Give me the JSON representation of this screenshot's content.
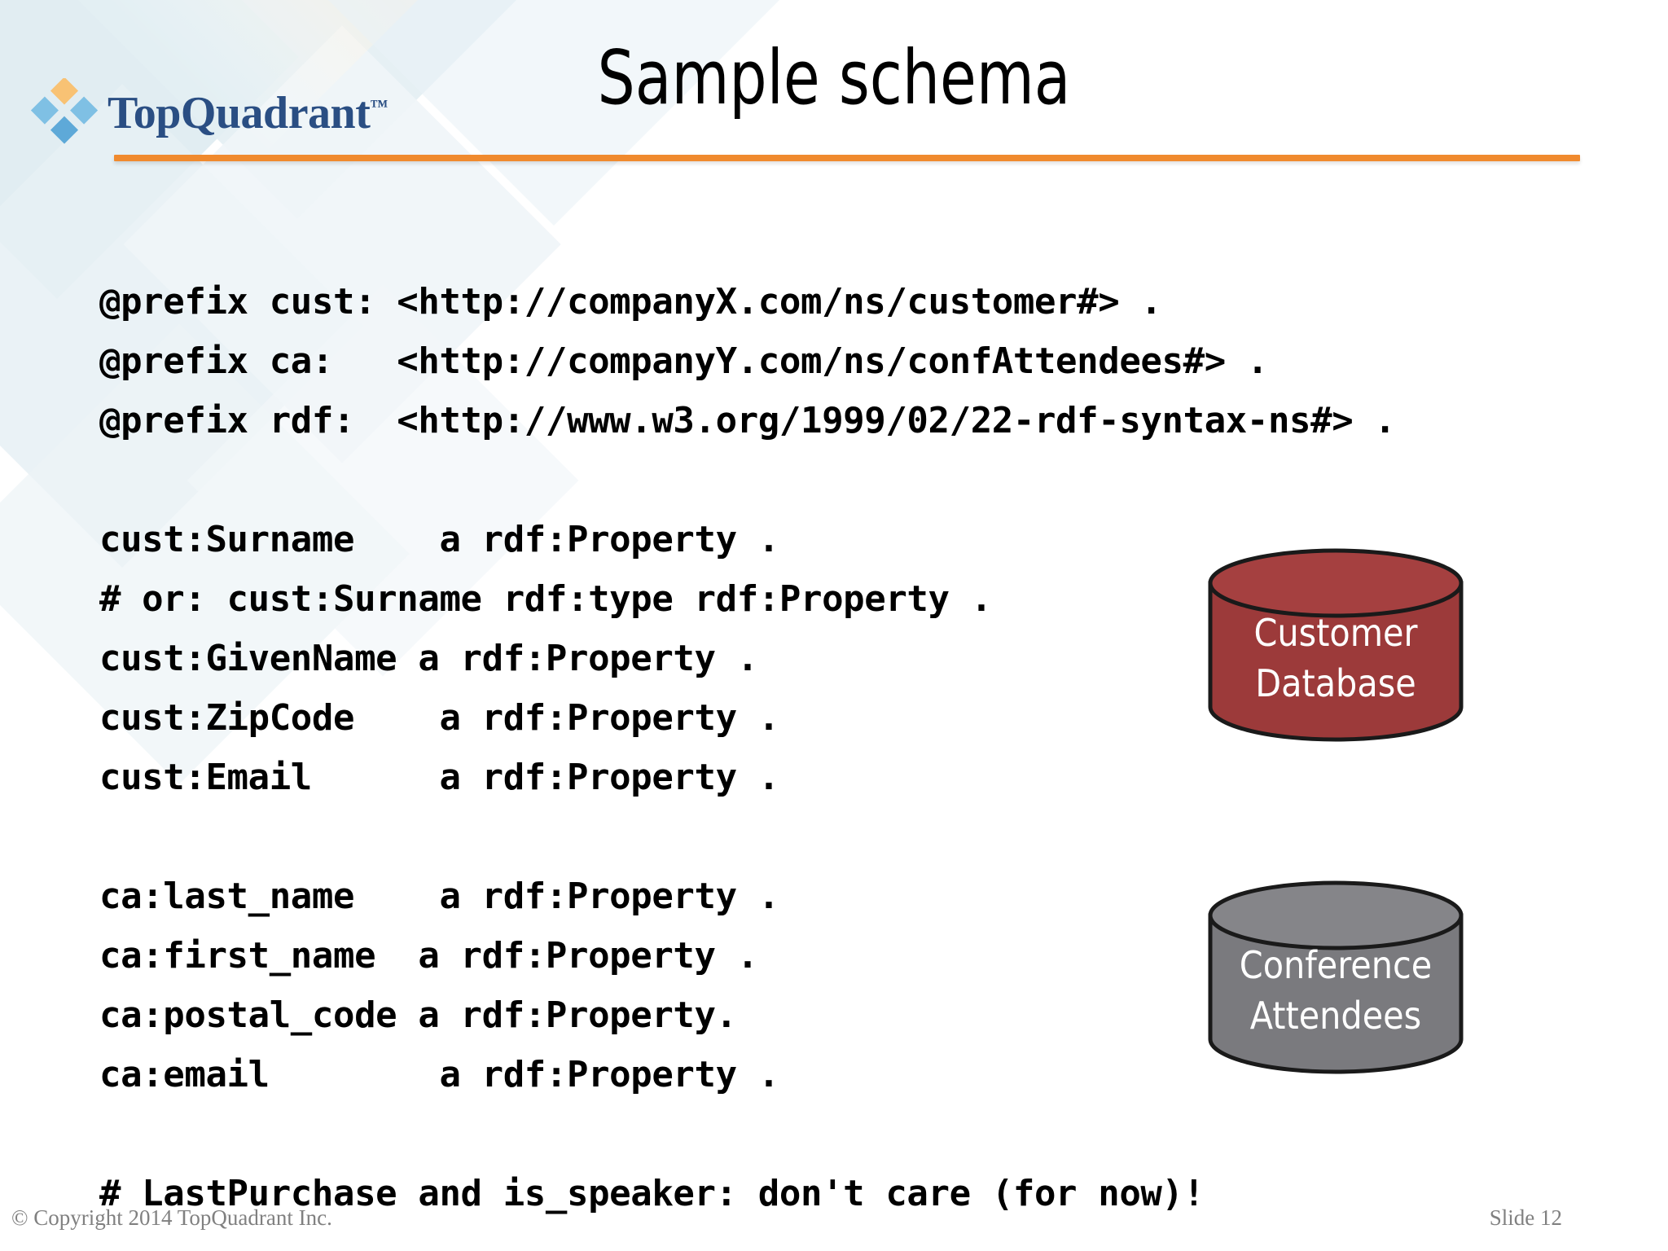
{
  "slide": {
    "title": "Sample schema",
    "accent_color": "#F08A2E",
    "brand_color": "#2A4E83"
  },
  "logo": {
    "wordmark": "TopQuadrant",
    "trademark": "™",
    "diamond_top_color": "#F8C274",
    "diamond_left_color": "#7FC0E4",
    "diamond_right_color": "#7FC0E4",
    "diamond_bottom_color": "#5EA9D8"
  },
  "code": {
    "lines": [
      "@prefix cust: <http://companyX.com/ns/customer#> .",
      "@prefix ca:   <http://companyY.com/ns/confAttendees#> .",
      "@prefix rdf:  <http://www.w3.org/1999/02/22-rdf-syntax-ns#> .",
      "",
      "cust:Surname    a rdf:Property .",
      "# or: cust:Surname rdf:type rdf:Property .",
      "cust:GivenName a rdf:Property .",
      "cust:ZipCode    a rdf:Property .",
      "cust:Email      a rdf:Property .",
      "",
      "ca:last_name    a rdf:Property .",
      "ca:first_name  a rdf:Property .",
      "ca:postal_code a rdf:Property.",
      "ca:email        a rdf:Property .",
      "",
      "# LastPurchase and is_speaker: don't care (for now)!"
    ]
  },
  "databases": [
    {
      "id": "customer",
      "line1": "Customer",
      "line2": "Database",
      "fill": "#9C3A3A",
      "top_fill": "#A54040",
      "stroke": "#1A1A1A"
    },
    {
      "id": "conference",
      "line1": "Conference",
      "line2": "Attendees",
      "fill": "#7A7A7E",
      "top_fill": "#858589",
      "stroke": "#1A1A1A"
    }
  ],
  "footer": {
    "copyright": "© Copyright 2014 TopQuadrant Inc.",
    "slide_number": "Slide 12"
  }
}
